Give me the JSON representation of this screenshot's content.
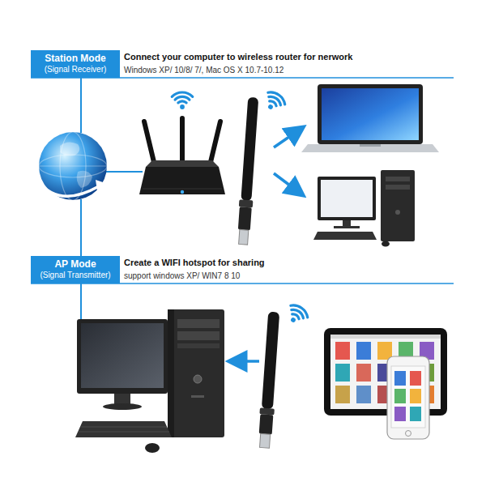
{
  "diagram": {
    "nodes": [
      {
        "text": [
          "Station Mode",
          "(Signal Receiver)"
        ]
      },
      {
        "text": [
          "AP Mode",
          "(Signal Transmitter)"
        ]
      }
    ],
    "labels": [
      "Connect your computer to wireless router for nerwork",
      "Windows XP/ 10/8/ 7/, Mac OS X 10.7-10.12",
      "Create a WIFI hotspot for sharing",
      "support windows XP/ WIN7 8 10"
    ]
  }
}
